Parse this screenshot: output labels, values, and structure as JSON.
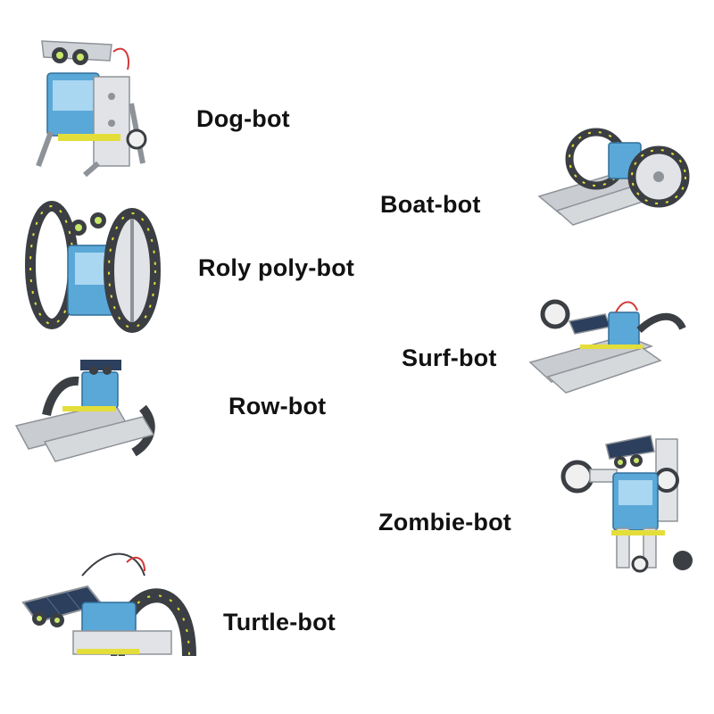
{
  "colors": {
    "frame": "#d9dcdf",
    "frame_dark": "#8e9399",
    "blue_body": "#5aa8d8",
    "blue_light": "#a9d6f0",
    "wheel": "#3b3f44",
    "accent": "#e4de3a",
    "solar": "#2c3f5c",
    "wire": "#d23a3a"
  },
  "robots": [
    {
      "id": "dog",
      "label": "Dog-bot",
      "icon": "dog-bot-image"
    },
    {
      "id": "roly",
      "label": "Roly poly-bot",
      "icon": "roly-poly-bot-image"
    },
    {
      "id": "row",
      "label": "Row-bot",
      "icon": "row-bot-image"
    },
    {
      "id": "turtle",
      "label": "Turtle-bot",
      "icon": "turtle-bot-image"
    },
    {
      "id": "boat",
      "label": "Boat-bot",
      "icon": "boat-bot-image"
    },
    {
      "id": "surf",
      "label": "Surf-bot",
      "icon": "surf-bot-image"
    },
    {
      "id": "zombie",
      "label": "Zombie-bot",
      "icon": "zombie-bot-image"
    }
  ]
}
